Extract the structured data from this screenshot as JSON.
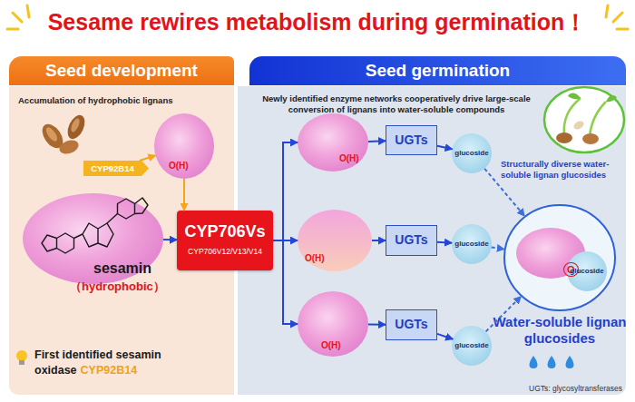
{
  "diagram": {
    "title": "Sesame rewires metabolism during germination！",
    "nodes": [
      {
        "text": [
          "Seed development"
        ]
      },
      {
        "text": [
          "Accumulation of hydrophobic lignans"
        ]
      },
      {
        "text": [
          "sesamin",
          "（hydrophobic）"
        ],
        "in": 1
      },
      {
        "text": [
          "CYP92B14"
        ],
        "in": 1
      },
      {
        "text": [
          "O(H)"
        ],
        "in": 1
      },
      {
        "text": [
          "CYP706Vs",
          "CYP706V12/V13/V14"
        ]
      },
      {
        "text": [
          "Seed germination"
        ]
      },
      {
        "text": [
          "Newly identified enzyme networks cooperatively drive large-scale conversion of lignans into water-soluble compounds"
        ]
      },
      {
        "text": [
          "O(H)"
        ],
        "in": 7
      },
      {
        "text": [
          "O(H)"
        ],
        "in": 7
      },
      {
        "text": [
          "O(H)"
        ],
        "in": 7
      },
      {
        "text": [
          "UGTs"
        ],
        "in": 7
      },
      {
        "text": [
          "UGTs"
        ],
        "in": 7
      },
      {
        "text": [
          "UGTs"
        ],
        "in": 7
      },
      {
        "text": [
          "glucoside"
        ],
        "in": 7
      },
      {
        "text": [
          "glucoside"
        ],
        "in": 7
      },
      {
        "text": [
          "glucoside"
        ],
        "in": 7
      },
      {
        "text": [
          "Water-soluble lignan glucosides"
        ],
        "in": 7
      },
      {
        "text": [
          "O"
        ],
        "in": 17
      },
      {
        "text": [
          "glucoside"
        ],
        "in": 17
      }
    ],
    "edges": [
      {
        "from": 2,
        "to": 5,
        "arrow": "to"
      },
      {
        "from": 3,
        "to": 4,
        "arrow": "to"
      },
      {
        "from": 4,
        "to": 5,
        "arrow": "to"
      },
      {
        "from": 5,
        "to": 8,
        "arrow": "to"
      },
      {
        "from": 5,
        "to": 9,
        "arrow": "to"
      },
      {
        "from": 5,
        "to": 10,
        "arrow": "to"
      },
      {
        "from": 8,
        "to": 11,
        "arrow": "to"
      },
      {
        "from": 9,
        "to": 12,
        "arrow": "to"
      },
      {
        "from": 10,
        "to": 13,
        "arrow": "to"
      },
      {
        "from": 11,
        "to": 14,
        "arrow": "to"
      },
      {
        "from": 12,
        "to": 15,
        "arrow": "to"
      },
      {
        "from": 13,
        "to": 16,
        "arrow": "to"
      },
      {
        "from": 14,
        "to": 17,
        "arrow": "to"
      },
      {
        "from": 15,
        "to": 17,
        "arrow": "to"
      },
      {
        "from": 16,
        "to": 17,
        "arrow": "to"
      }
    ],
    "labels": [
      "First identified sesamin oxidase",
      "CYP92B14",
      "Structurally diverse water-soluble lignan glucosides",
      "UGTs: glycosyltransferases"
    ]
  }
}
